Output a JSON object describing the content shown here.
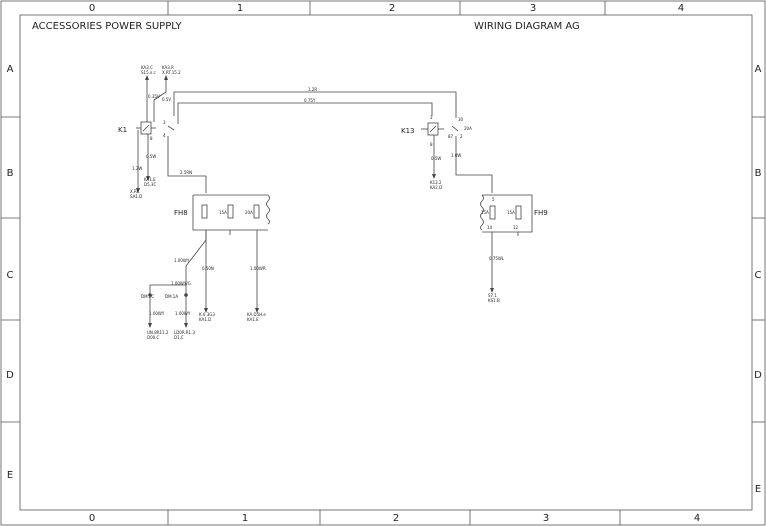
{
  "header": {
    "left_title": "ACCESSORIES POWER SUPPLY",
    "right_title": "WIRING DIAGRAM AG"
  },
  "grid": {
    "columns": [
      "0",
      "1",
      "2",
      "3",
      "4"
    ],
    "rows": [
      "A",
      "B",
      "C",
      "D",
      "E"
    ]
  },
  "components": {
    "k1": "K1",
    "k13": "K13",
    "fh8": "FH8",
    "fh9": "FH9"
  },
  "wire_labels": {
    "top_long_1": "1.2R",
    "top_long_2": "0.75Y",
    "k1_in_a": "0.35V",
    "k1_in_b": "0.5V",
    "k1_down": "0.5W",
    "k1_side": "1.2W",
    "k1_to_fh8": "2.5RN",
    "k13_down": "0.5W",
    "k13_side": "1.0W",
    "fh8_out_1": "1.00WY",
    "fh8_out_1b": "1.00WY/G",
    "fh8_out_2": "0.50N",
    "fh8_out_3": "1.00WR",
    "fh8_sub": "1.00WY",
    "fh9_out": "0.75WL"
  },
  "connectors": {
    "k1_top_a_1": "KA3.C",
    "k1_top_a_2": "S15.x.c",
    "k1_top_b_1": "KA3.R",
    "k1_top_b_2": "X.RT.15.2",
    "k1_bot_a_1": "X.RK",
    "k1_bot_a_2": "SA1.D",
    "k1_bot_b_1": "KA1.E",
    "k1_bot_b_2": "D5.3C",
    "k13_bot_1": "K13.2",
    "k13_bot_2": "KA2.D",
    "splice_1": "DM.1C",
    "splice_2": "DM.1A",
    "fh8_end_1a": "UN.8R11.2",
    "fh8_end_1b": "D00.C",
    "fh8_end_2a": "LD0R.R1.3",
    "fh8_end_2b": "D1.C",
    "fh8_end_3a": "K.0.3G3",
    "fh8_end_3b": "KA1.D",
    "fh8_end_4a": "KA.D5H.e",
    "fh8_end_4b": "KA1.E",
    "fh9_end_1": "S7.1",
    "fh9_end_2": "KS1.B"
  },
  "fuses": {
    "fh8_1": "",
    "fh8_2": "15A",
    "fh8_3": "20A",
    "fh9_1": "15A",
    "fh9_2": "15A"
  },
  "pins": {
    "k1_p1": "3",
    "k1_p2": "4",
    "k1_p3": "8",
    "k13_p1": "3",
    "k13_p2": "30",
    "k13_p3": "87",
    "k13_p4": "2",
    "k13_p5": "8",
    "k13_p6": "20A",
    "fh9_p1": "5",
    "fh9_p2": "14",
    "fh9_p3": "12"
  }
}
